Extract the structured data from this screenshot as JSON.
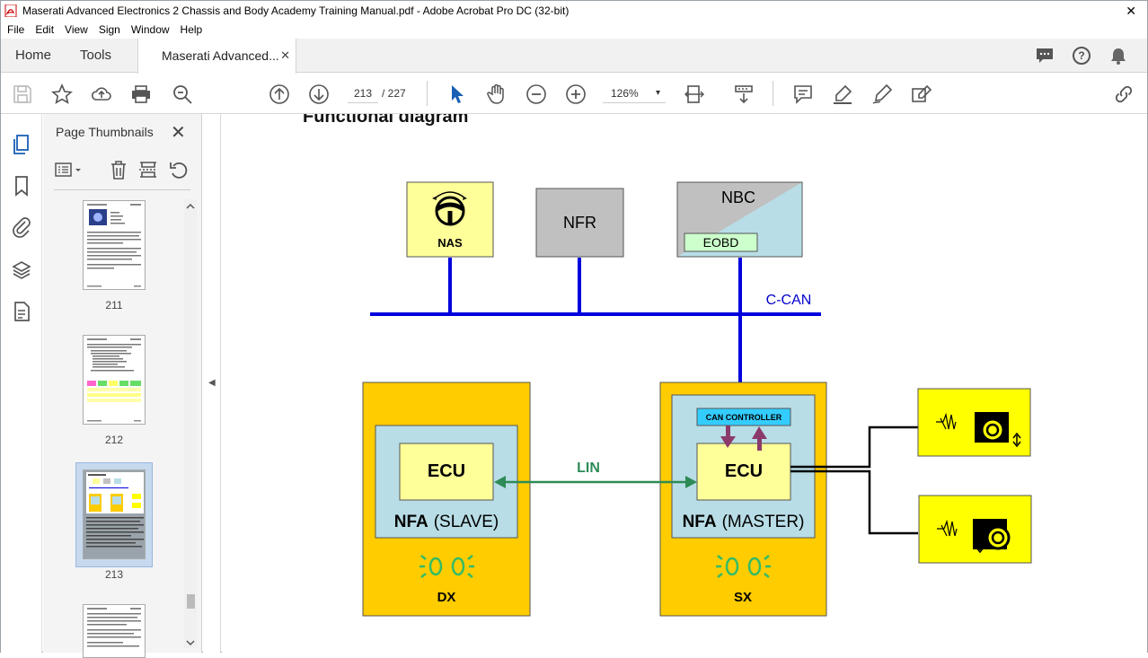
{
  "window": {
    "title": "Maserati Advanced Electronics 2 Chassis and Body Academy Training Manual.pdf - Adobe Acrobat Pro DC (32-bit)",
    "close_glyph": "✕"
  },
  "menu": [
    "File",
    "Edit",
    "View",
    "Sign",
    "Window",
    "Help"
  ],
  "tabs": {
    "home": "Home",
    "tools": "Tools",
    "document": "Maserati Advanced...",
    "close_glyph": "✕"
  },
  "toolbar": {
    "page_current": "213",
    "page_total": "/ 227",
    "zoom": "126%",
    "zoom_caret": "▾"
  },
  "thumbnails": {
    "header": "Page Thumbnails",
    "close_glyph": "✕",
    "pages": [
      {
        "label": "211"
      },
      {
        "label": "212"
      },
      {
        "label": "213"
      }
    ],
    "selected": "213"
  },
  "document": {
    "heading": "Functional diagram",
    "nas_label": "NAS",
    "nfr_label": "NFR",
    "nbc_label": "NBC",
    "eobd_label": "EOBD",
    "ccan_label": "C-CAN",
    "lin_label": "LIN",
    "can_controller_label": "CAN CONTROLLER",
    "ecu_left": "ECU",
    "ecu_right": "ECU",
    "nfa_left_main": "NFA",
    "nfa_left_sub": "(SLAVE)",
    "nfa_right_main": "NFA",
    "nfa_right_sub": "(MASTER)",
    "dx_label": "DX",
    "sx_label": "SX"
  },
  "colors": {
    "bus_blue": "#0000dd",
    "lin_green": "#2e8b57",
    "orange": "#ffcc00",
    "light_yellow": "#ffff99",
    "light_blue": "#b8dde6",
    "gray": "#c0c0c0",
    "can_cyan": "#33ccff",
    "arrow_purple": "#8b3a6b",
    "sensor_yellow": "#ffff00"
  }
}
